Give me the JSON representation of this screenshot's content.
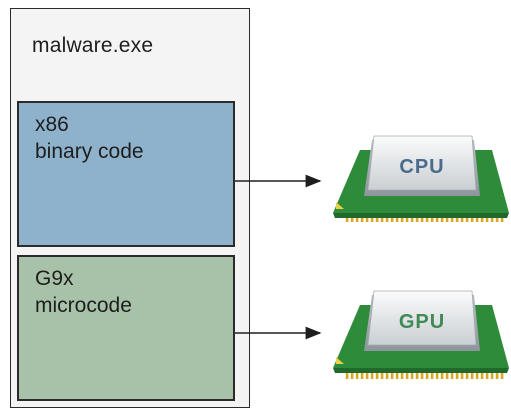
{
  "file": {
    "name": "malware.exe",
    "sections": [
      {
        "line1": "x86",
        "line2": "binary code",
        "color": "#8fb2cc"
      },
      {
        "line1": "G9x",
        "line2": "microcode",
        "color": "#a7c2a8"
      }
    ]
  },
  "chips": [
    {
      "label": "CPU",
      "label_color": "#4a6b8a",
      "board_color": "#2e8b3a",
      "icon": "cpu-chip-icon"
    },
    {
      "label": "GPU",
      "label_color": "#3f8a55",
      "board_color": "#2e8b3a",
      "icon": "gpu-chip-icon"
    }
  ]
}
